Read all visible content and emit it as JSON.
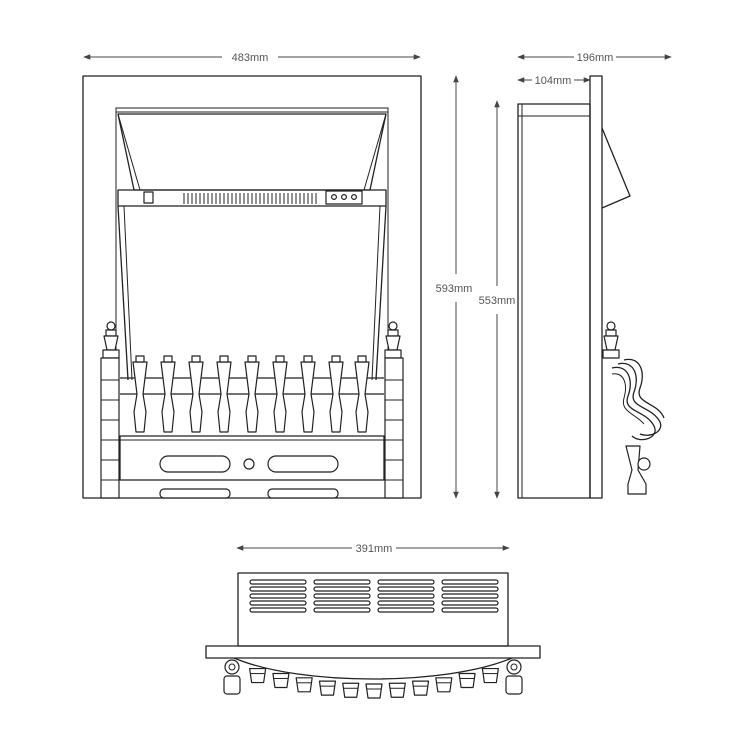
{
  "dimensions": {
    "front_width": "483mm",
    "front_height": "593mm",
    "inner_height": "553mm",
    "side_depth_total": "196mm",
    "side_depth_body": "104mm",
    "top_width": "391mm"
  },
  "colors": {
    "line": "#222222",
    "dimension": "#444444",
    "label": "#555555",
    "background": "#ffffff"
  }
}
